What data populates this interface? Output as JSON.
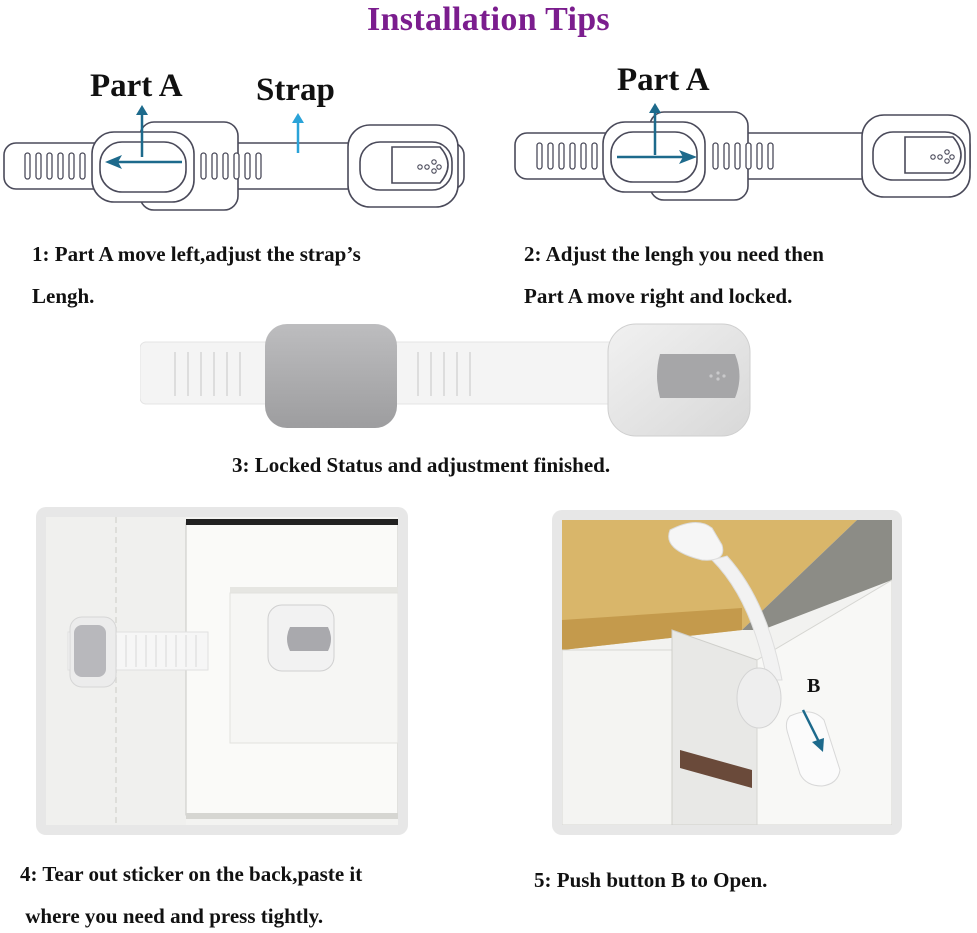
{
  "title": "Installation Tips",
  "diagram1": {
    "label_part_a": "Part A",
    "label_strap": "Strap",
    "caption_line1": "1: Part A move left,adjust the strap’s",
    "caption_line2": "Lengh."
  },
  "diagram2": {
    "label_part_a": "Part A",
    "caption_line1": "2: Adjust the lengh you need then",
    "caption_line2": "Part A move right and locked."
  },
  "product": {
    "caption": "3: Locked Status and adjustment finished."
  },
  "photo_cabinet": {
    "caption_line1": "4:  Tear out sticker on the back,paste it",
    "caption_line2": " where you need and press tightly."
  },
  "photo_drawer": {
    "button_label": "B",
    "caption": "5:  Push button B to Open."
  },
  "colors": {
    "title": "#7b1d8e",
    "arrow_dark": "#1d6a8c",
    "arrow_light": "#2aa3d8",
    "outline": "#4a4a5a",
    "lock_gray": "#a9a9ab",
    "wood": "#d9b66a"
  }
}
